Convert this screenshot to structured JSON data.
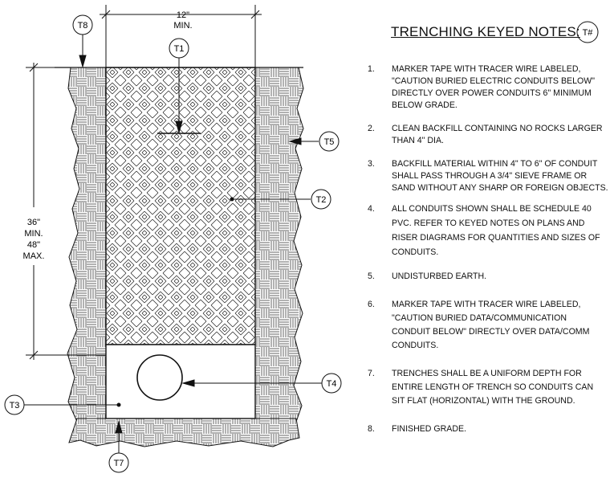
{
  "dimensions": {
    "width_value": "12\"",
    "width_qualifier": "MIN.",
    "depth_lines": [
      "36\"",
      "MIN.",
      "48\"",
      "MAX."
    ]
  },
  "tags": {
    "t1": "T1",
    "t2": "T2",
    "t3": "T3",
    "t4": "T4",
    "t5": "T5",
    "t7": "T7",
    "t8": "T8",
    "legend": "T#"
  },
  "notes": {
    "title": "TRENCHING KEYED NOTES:",
    "items": [
      {
        "number": "1.",
        "text": "MARKER TAPE WITH TRACER WIRE LABELED,\n\"CAUTION BURIED ELECTRIC CONDUITS BELOW\"\nDIRECTLY OVER POWER CONDUITS 6\" MINIMUM\nBELOW GRADE."
      },
      {
        "number": "2.",
        "text": "CLEAN BACKFILL CONTAINING NO ROCKS LARGER\nTHAN 4\" DIA."
      },
      {
        "number": "3.",
        "text": "BACKFILL MATERIAL WITHIN 4\" TO 6\" OF CONDUIT\nSHALL PASS THROUGH A 3/4\" SIEVE FRAME OR\nSAND WITHOUT ANY SHARP OR FOREIGN OBJECTS."
      },
      {
        "number": "4.",
        "text": "ALL CONDUITS SHOWN SHALL BE SCHEDULE 40\nPVC. REFER TO KEYED NOTES ON PLANS AND\nRISER DIAGRAMS FOR QUANTITIES AND SIZES OF\nCONDUITS."
      },
      {
        "number": "5.",
        "text": "UNDISTURBED EARTH."
      },
      {
        "number": "6.",
        "text": "MARKER TAPE WITH TRACER WIRE LABELED,\n\"CAUTION BURIED DATA/COMMUNICATION\nCONDUIT BELOW\" DIRECTLY OVER DATA/COMM\nCONDUITS."
      },
      {
        "number": "7.",
        "text": "TRENCHES SHALL BE A UNIFORM DEPTH FOR\nENTIRE LENGTH OF TRENCH SO CONDUITS CAN\nSIT FLAT (HORIZONTAL) WITH THE GROUND."
      },
      {
        "number": "8.",
        "text": "FINISHED GRADE."
      }
    ]
  }
}
